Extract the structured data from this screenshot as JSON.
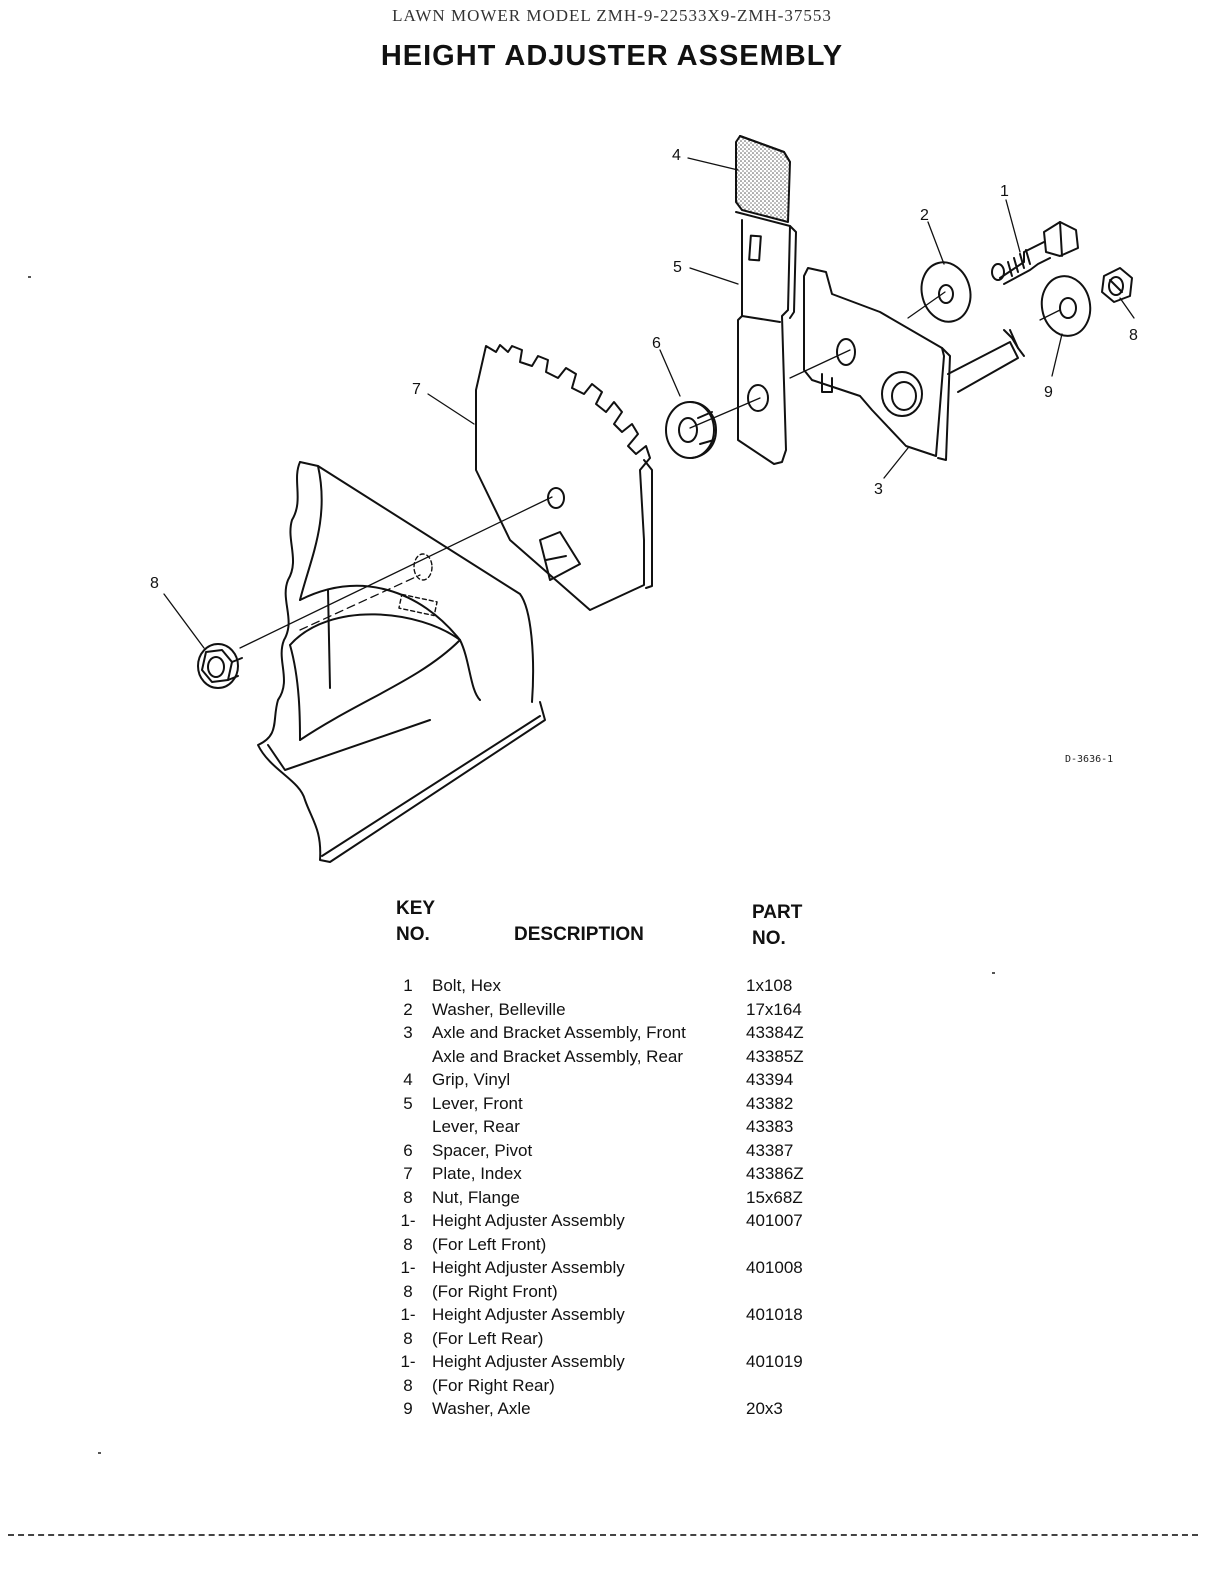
{
  "header": {
    "model_line": "LAWN MOWER MODEL ZMH-9-22533X9-ZMH-37553",
    "title": "HEIGHT ADJUSTER ASSEMBLY"
  },
  "diagram": {
    "callouts": [
      "4",
      "5",
      "2",
      "1",
      "8",
      "7",
      "6",
      "9",
      "3",
      "8"
    ],
    "drawing_code": "D-3636-1"
  },
  "parts_table": {
    "headers": {
      "key_line1": "KEY",
      "key_line2": "NO.",
      "description": "DESCRIPTION",
      "part_line1": "PART",
      "part_line2": "NO."
    },
    "rows": [
      {
        "key": "1",
        "description": "Bolt, Hex",
        "part": "1x108"
      },
      {
        "key": "2",
        "description": "Washer, Belleville",
        "part": "17x164"
      },
      {
        "key": "3",
        "description": "Axle and Bracket Assembly, Front",
        "part": "43384Z"
      },
      {
        "key": "",
        "description": "Axle and Bracket Assembly, Rear",
        "part": "43385Z"
      },
      {
        "key": "4",
        "description": "Grip, Vinyl",
        "part": "43394"
      },
      {
        "key": "5",
        "description": "Lever, Front",
        "part": "43382"
      },
      {
        "key": "",
        "description": "Lever, Rear",
        "part": "43383"
      },
      {
        "key": "6",
        "description": "Spacer, Pivot",
        "part": "43387"
      },
      {
        "key": "7",
        "description": "Plate, Index",
        "part": "43386Z"
      },
      {
        "key": "8",
        "description": "Nut, Flange",
        "part": "15x68Z"
      },
      {
        "key": "1-8",
        "description": "Height Adjuster Assembly",
        "part": "401007"
      },
      {
        "key": "",
        "description": "(For Left Front)",
        "part": ""
      },
      {
        "key": "1-8",
        "description": "Height Adjuster Assembly",
        "part": "401008"
      },
      {
        "key": "",
        "description": "(For Right Front)",
        "part": ""
      },
      {
        "key": "1-8",
        "description": "Height Adjuster Assembly",
        "part": "401018"
      },
      {
        "key": "",
        "description": "(For Left Rear)",
        "part": ""
      },
      {
        "key": "1-8",
        "description": "Height Adjuster Assembly",
        "part": "401019"
      },
      {
        "key": "",
        "description": "(For Right Rear)",
        "part": ""
      },
      {
        "key": "9",
        "description": "Washer, Axle",
        "part": "20x3"
      }
    ]
  }
}
